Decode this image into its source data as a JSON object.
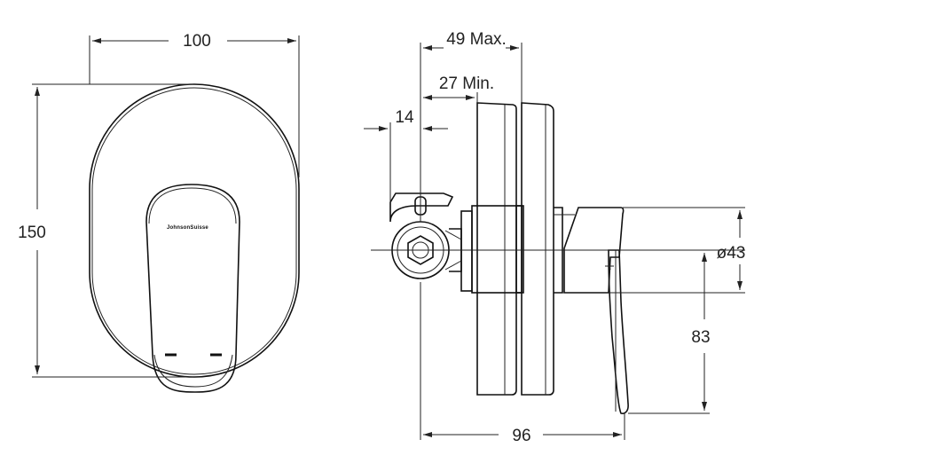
{
  "dimensions": {
    "width": "100",
    "height": "150",
    "max_depth": "49 Max.",
    "min_depth": "27 Min.",
    "body_offset": "14",
    "diameter": "ø43",
    "lever_drop": "83",
    "overall_depth": "96"
  },
  "brand_logo_text": "JohnsonSuisse"
}
